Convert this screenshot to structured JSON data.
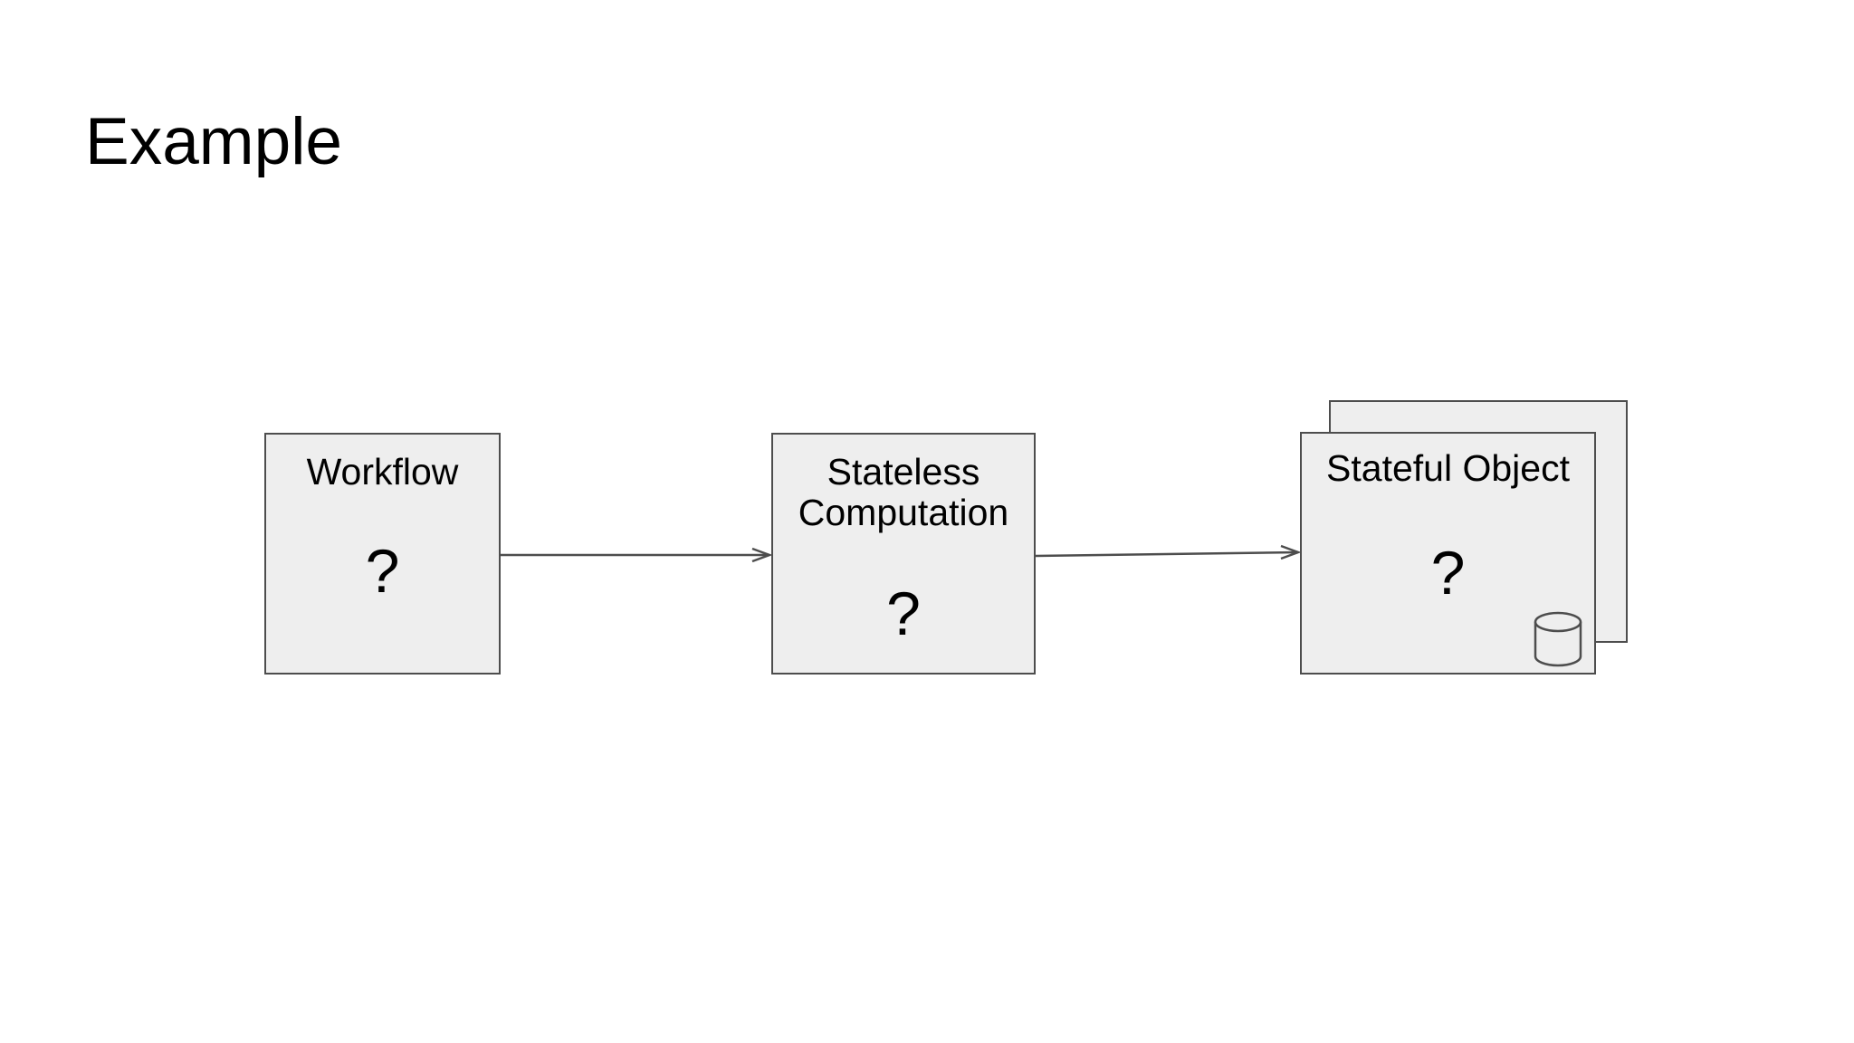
{
  "slide": {
    "title": "Example"
  },
  "colors": {
    "background": "#ffffff",
    "node_fill": "#eeeeee",
    "node_border": "#4d4d4d",
    "arrow": "#4d4d4d",
    "text": "#000000"
  },
  "diagram": {
    "nodes": [
      {
        "id": "workflow",
        "label": "Workflow",
        "placeholder": "?"
      },
      {
        "id": "stateless-computation",
        "label": "Stateless Computation",
        "placeholder": "?"
      },
      {
        "id": "stateful-object",
        "label": "Stateful Object",
        "placeholder": "?",
        "stacked": true,
        "icon": "database-cylinder-icon"
      }
    ],
    "edges": [
      {
        "from": "workflow",
        "to": "stateless-computation",
        "style": "arrow"
      },
      {
        "from": "stateless-computation",
        "to": "stateful-object",
        "style": "arrow"
      }
    ]
  }
}
